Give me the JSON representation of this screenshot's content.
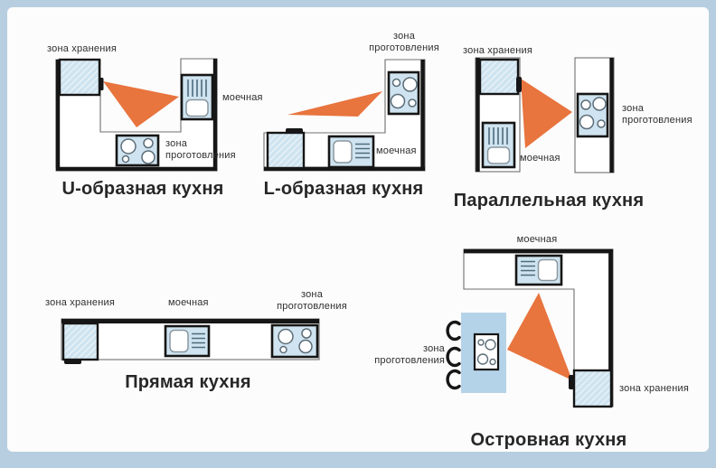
{
  "page": {
    "frame_color": "#b6cedf",
    "background": "#fcfcfc"
  },
  "colors": {
    "work_triangle_orange": "#e8743e",
    "appliance_fill_blue": "#cfe4f0",
    "island_fill_blue": "#b5d3e8",
    "outline_dark": "#161616",
    "outline_gray": "#707070",
    "text_color": "#2f2f2f"
  },
  "diagrams": {
    "u_shape": {
      "title": "U-образная кухня",
      "storage_label": "зона хранения",
      "sink_label": "моечная",
      "cooking_label_line1": "зона",
      "cooking_label_line2": "проготовления"
    },
    "l_shape": {
      "title": "L-образная кухня",
      "sink_label": "моечная",
      "cooking_label_line1": "зона",
      "cooking_label_line2": "проготовления"
    },
    "parallel": {
      "title": "Параллельная кухня",
      "storage_label": "зона хранения",
      "sink_label": "моечная",
      "cooking_label_line1": "зона",
      "cooking_label_line2": "проготовления"
    },
    "straight": {
      "title": "Прямая кухня",
      "storage_label": "зона хранения",
      "sink_label": "моечная",
      "cooking_label_line1": "зона",
      "cooking_label_line2": "проготовления"
    },
    "island": {
      "title": "Островная кухня",
      "sink_label": "моечная",
      "cooking_label_line1": "зона",
      "cooking_label_line2": "проготовления",
      "storage_label": "зона хранения"
    }
  }
}
